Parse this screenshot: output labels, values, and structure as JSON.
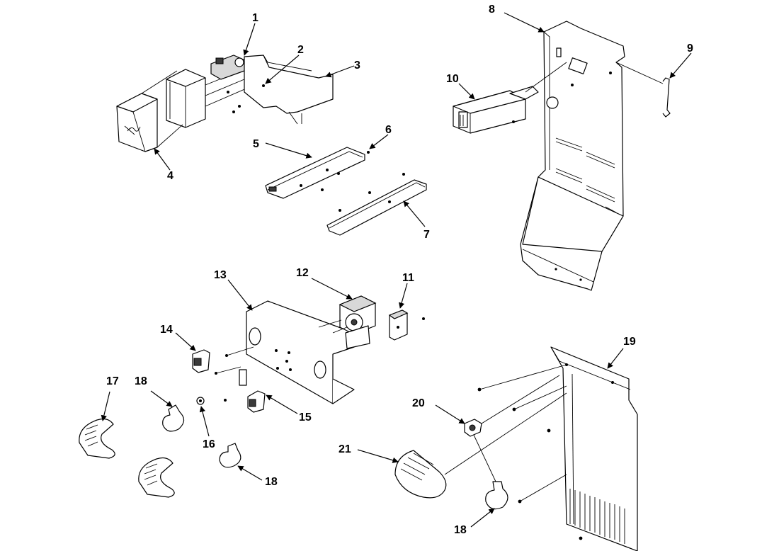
{
  "callouts": [
    {
      "id": "c1",
      "label": "1"
    },
    {
      "id": "c2",
      "label": "2"
    },
    {
      "id": "c3",
      "label": "3"
    },
    {
      "id": "c4",
      "label": "4"
    },
    {
      "id": "c5",
      "label": "5"
    },
    {
      "id": "c6",
      "label": "6"
    },
    {
      "id": "c7",
      "label": "7"
    },
    {
      "id": "c8",
      "label": "8"
    },
    {
      "id": "c9",
      "label": "9"
    },
    {
      "id": "c10",
      "label": "10"
    },
    {
      "id": "c11",
      "label": "11"
    },
    {
      "id": "c12",
      "label": "12"
    },
    {
      "id": "c13",
      "label": "13"
    },
    {
      "id": "c14",
      "label": "14"
    },
    {
      "id": "c15",
      "label": "15"
    },
    {
      "id": "c16",
      "label": "16"
    },
    {
      "id": "c17",
      "label": "17"
    },
    {
      "id": "c18a",
      "label": "18"
    },
    {
      "id": "c18b",
      "label": "18"
    },
    {
      "id": "c18c",
      "label": "18"
    },
    {
      "id": "c19",
      "label": "19"
    },
    {
      "id": "c20",
      "label": "20"
    },
    {
      "id": "c21",
      "label": "21"
    }
  ]
}
